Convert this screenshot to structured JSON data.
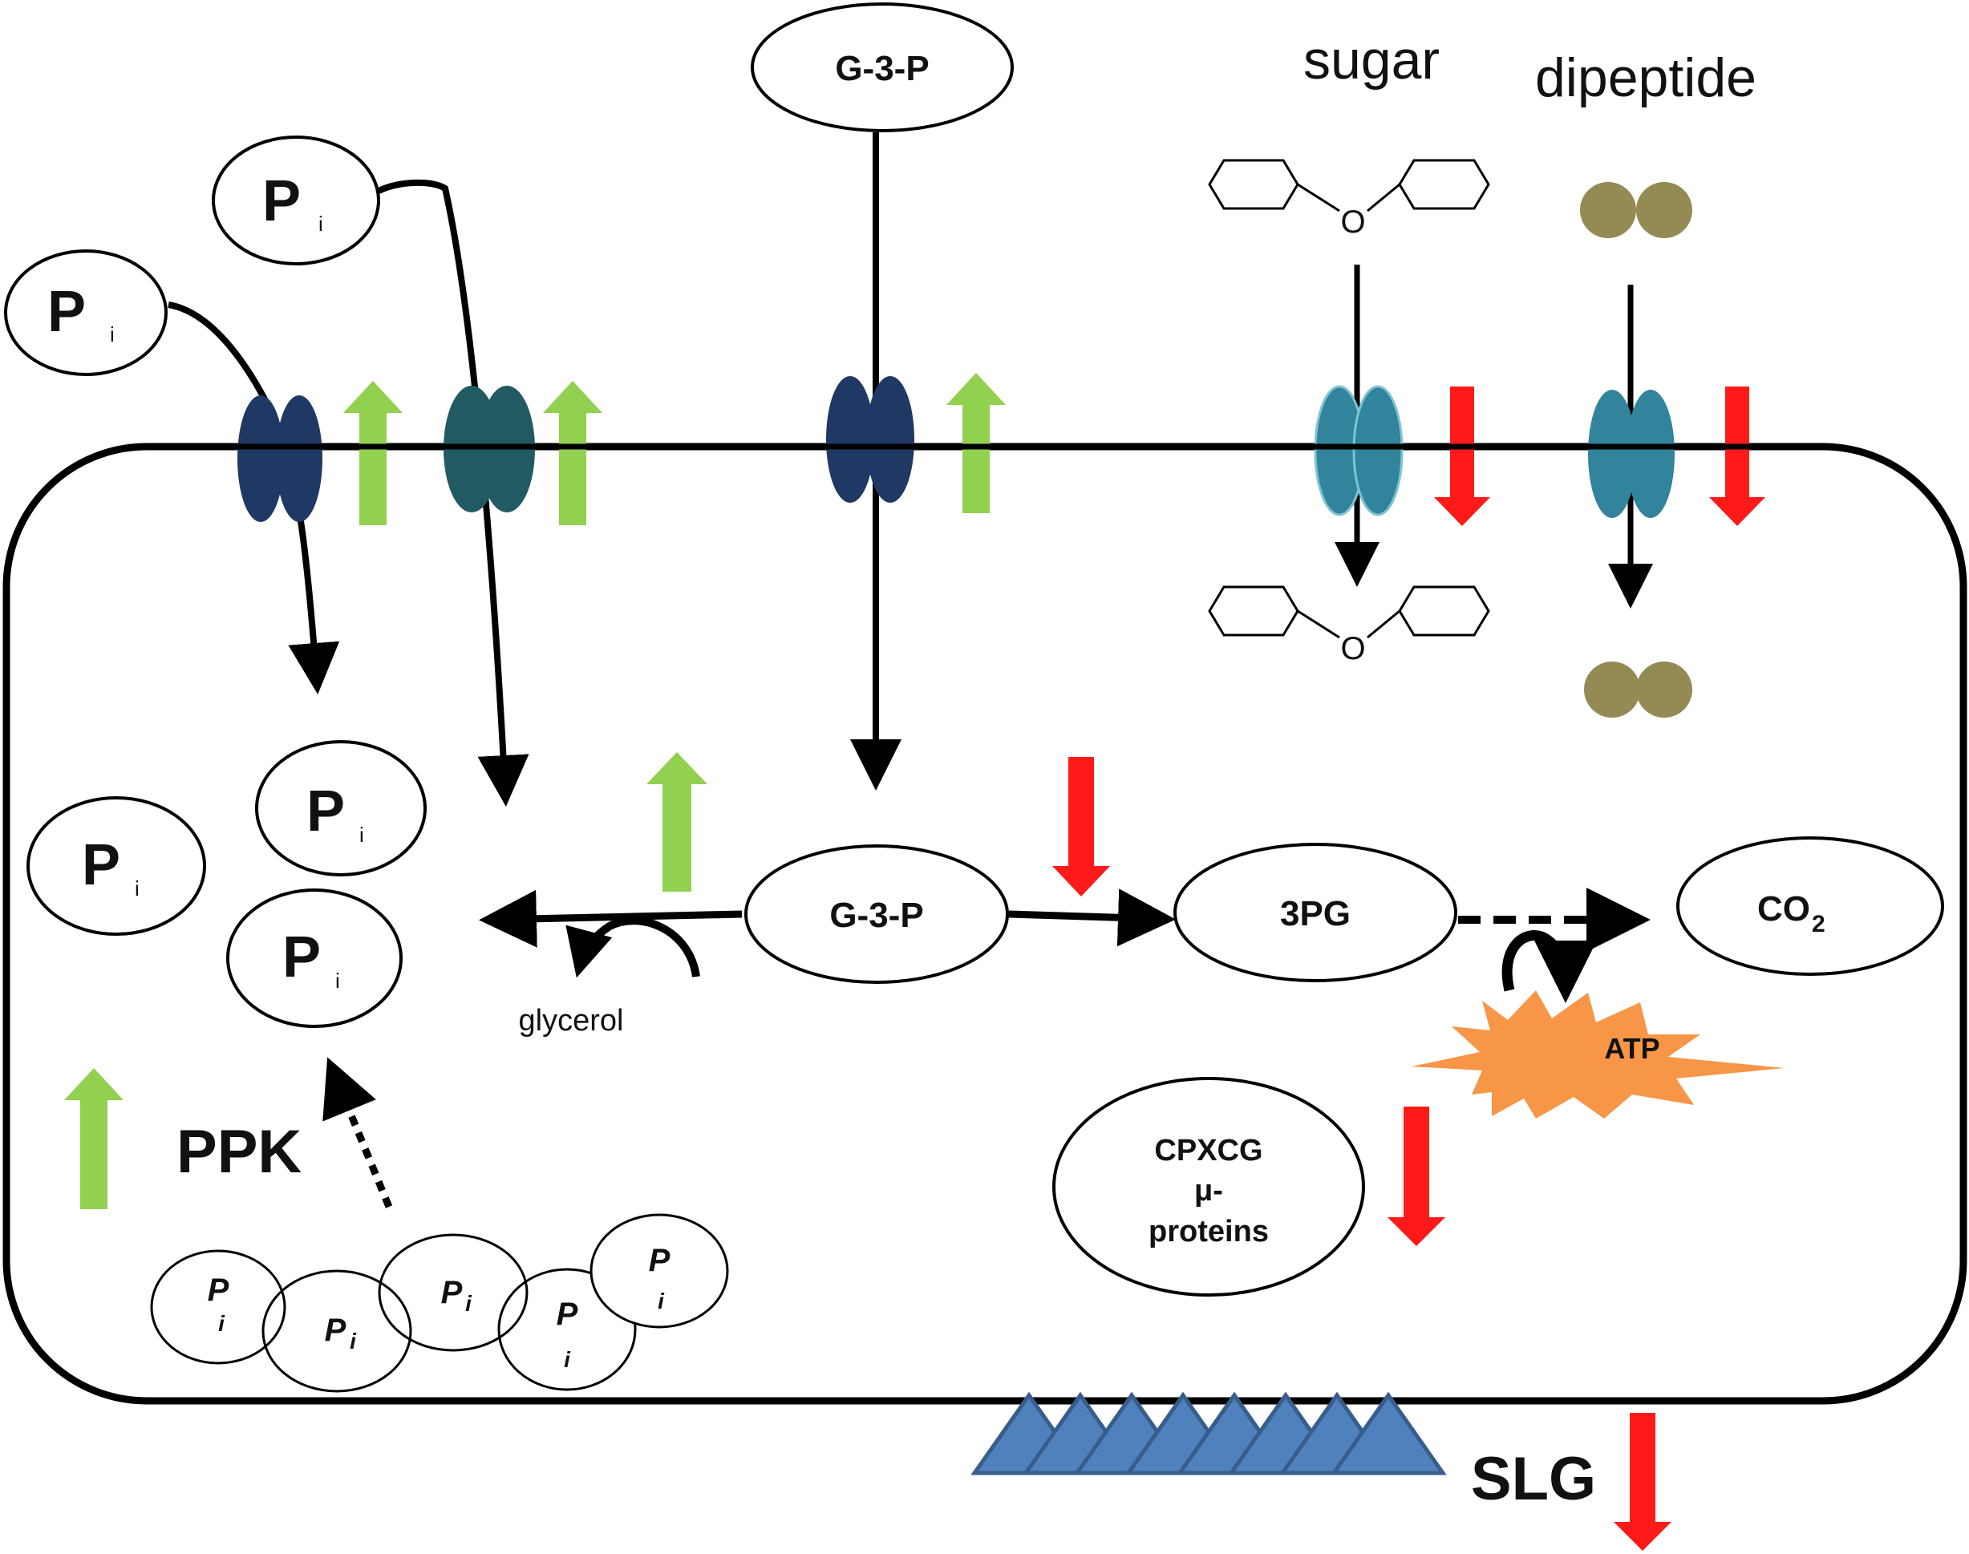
{
  "labels": {
    "pi_main": "P",
    "pi_sub": "i",
    "g3p": "G-3-P",
    "sugar": "sugar",
    "dipeptide": "dipeptide",
    "glycerol": "glycerol",
    "pg3": "3PG",
    "co2_main": "CO",
    "co2_sub": "2",
    "atp": "ATP",
    "cpxcg_line1": "CPXCG",
    "cpxcg_line2": "μ-",
    "cpxcg_line3": "proteins",
    "ppk": "PPK",
    "slg": "SLG",
    "oxygen": "O"
  },
  "colors": {
    "up_arrow": "#92d050",
    "down_arrow": "#ff1a1a",
    "transporter_dark": "#1f3864",
    "transporter_teal_dark": "#215a63",
    "transporter_teal": "#31849b",
    "dipeptide": "#948a54",
    "atp_burst": "#f79646",
    "slg": "#4f81bd"
  }
}
